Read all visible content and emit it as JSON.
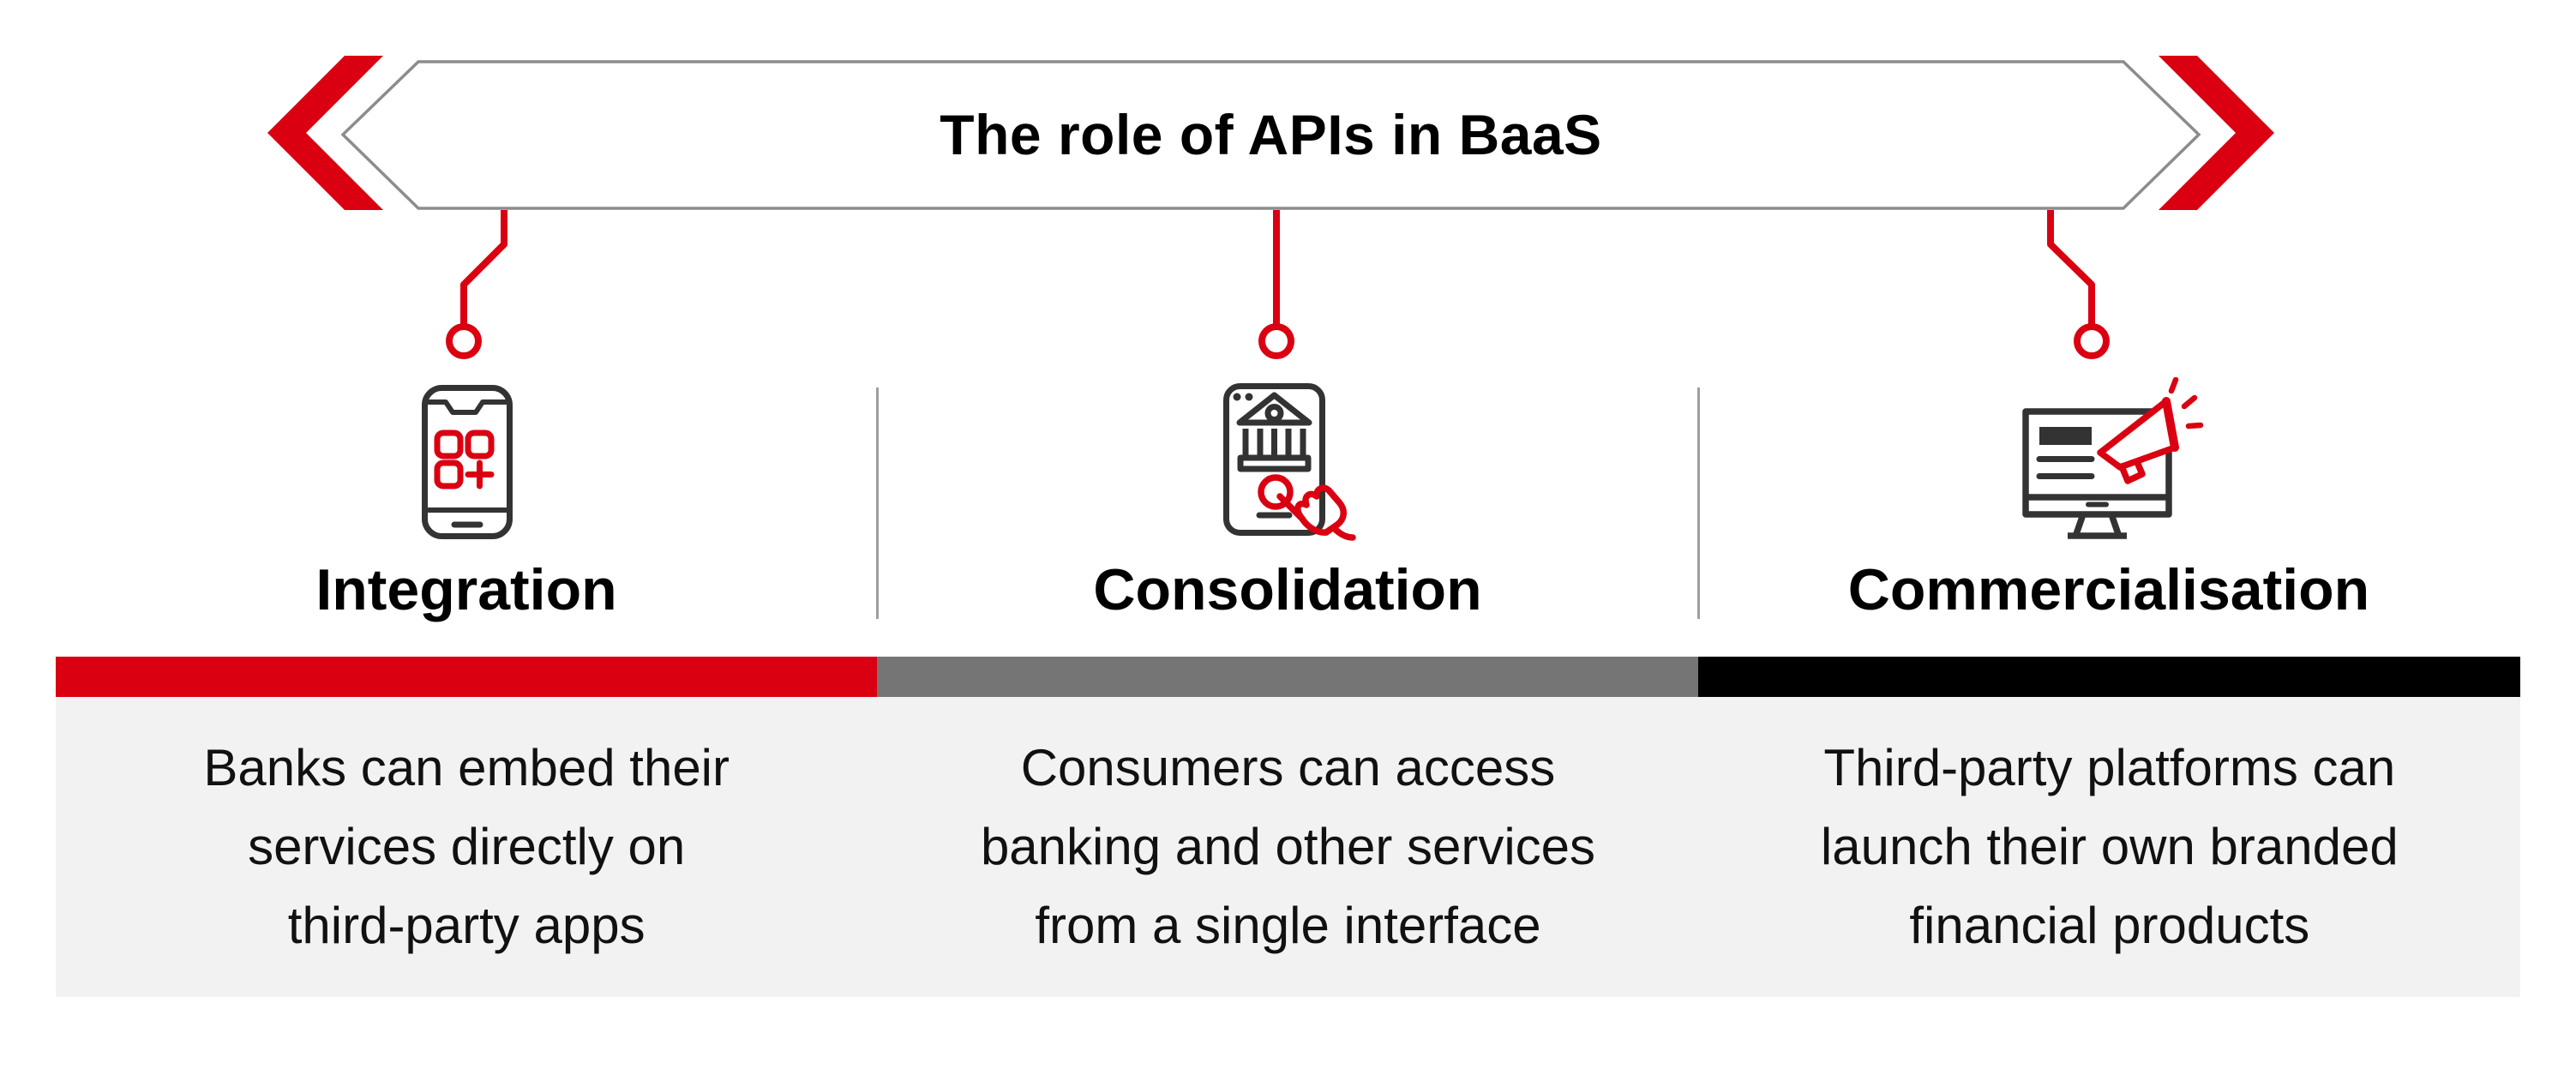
{
  "banner": {
    "title": "The role of APIs in BaaS"
  },
  "colors": {
    "accent_red": "#DA0011",
    "bar_gray": "#757575",
    "bar_black": "#000000",
    "panel_background": "#F2F2F2",
    "icon_dark": "#333333",
    "banner_border": "#8C8C8C"
  },
  "columns": [
    {
      "title": "Integration",
      "icon": "phone-apps-icon",
      "bar_color": "#DA0011",
      "description_lines": [
        "Banks can embed their",
        "services directly on",
        "third-party apps"
      ]
    },
    {
      "title": "Consolidation",
      "icon": "bank-tap-icon",
      "bar_color": "#757575",
      "description_lines": [
        "Consumers can access",
        "banking and other services",
        "from a single interface"
      ]
    },
    {
      "title": "Commercialisation",
      "icon": "monitor-megaphone-icon",
      "bar_color": "#000000",
      "description_lines": [
        "Third-party platforms can",
        "launch their own branded",
        "financial products"
      ]
    }
  ]
}
